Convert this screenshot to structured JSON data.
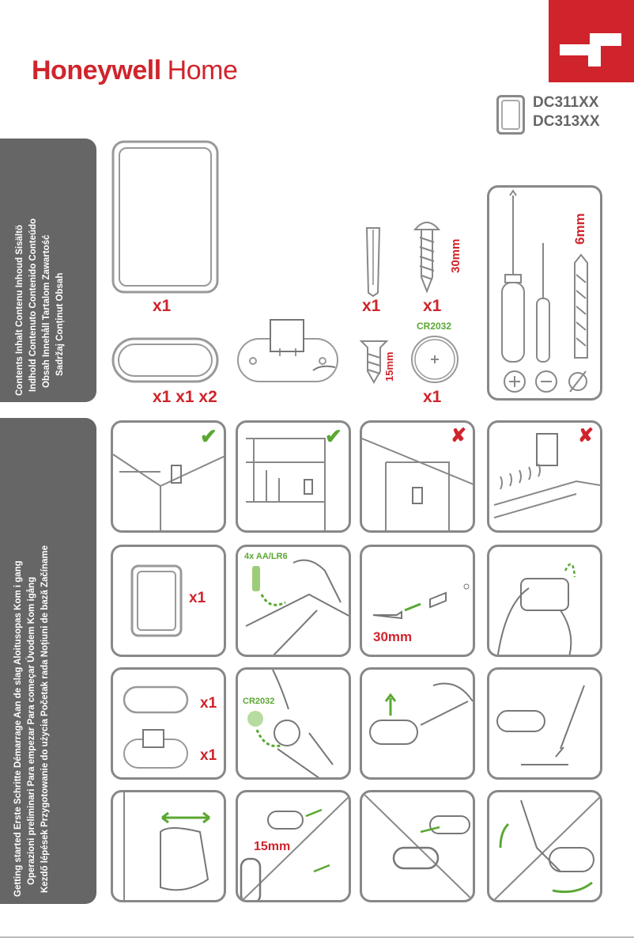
{
  "brand": {
    "name_bold": "Honeywell",
    "name_light": "Home"
  },
  "models": [
    "DC311XX",
    "DC313XX"
  ],
  "contents_section": {
    "lines": [
      "Contents Inhalt Contenu Inhoud Sisältö",
      "Indhold Contenuto Contenido Conteúdo",
      "Obsah Innehåll Tartalom Zawartość",
      "Sadržaj Conținut Obsah"
    ],
    "quantities": {
      "chime": "x1",
      "plug": "x1",
      "screw": "x1",
      "pushes": "x1 x1 x2",
      "battery": "x1"
    },
    "screw_length": "30mm",
    "short_screw_length": "15mm",
    "battery_type": "CR2032",
    "driver_size": "6mm"
  },
  "start_section": {
    "lines": [
      "Getting started Erste Schritte Démarrage Aan de slag Aloitusopas Kom i gang",
      "Operazioni preliminari Para empezar Para começar Úvodem Kom igång",
      "Kezdő lépések Przygotowanie do użycia Početak rada Noțiuni de bază Začíname"
    ],
    "step_labels": {
      "chime_qty": "x1",
      "batteries": "4x AA/LR6",
      "screw_len": "30mm",
      "push_qty_a": "x1",
      "push_qty_b": "x1",
      "coin_cell": "CR2032",
      "fix_len": "15mm"
    }
  },
  "colors": {
    "brand_red": "#d0242c",
    "ok_green": "#5aa832",
    "panel_grey": "#666666",
    "line_grey": "#888888"
  }
}
